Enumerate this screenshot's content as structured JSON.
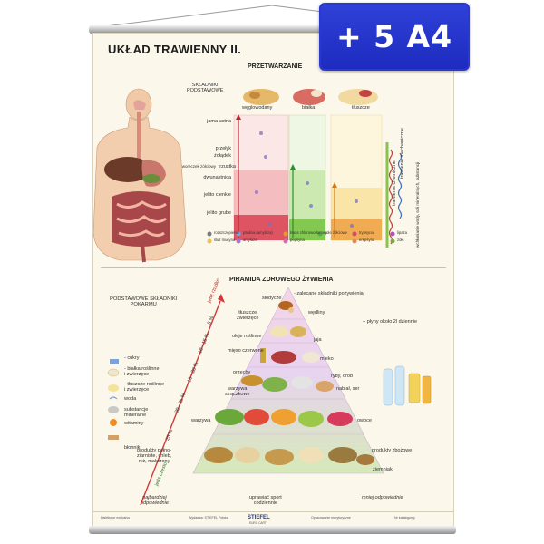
{
  "badge": {
    "label": "+ 5 A4"
  },
  "poster": {
    "title": "UKŁAD TRAWIENNY II.",
    "top": {
      "section_title": "PRZETWARZANIE",
      "basic_components_label": "SKŁADNIKI\nPODSTAWOWE",
      "nutrients": [
        "węglowodany",
        "białka",
        "tłuszcze"
      ],
      "organs": [
        "jama ustna",
        "przełyk",
        "żołądek",
        "woreczek żółciowy",
        "trzustka",
        "dwunastnica",
        "jelito cienkie",
        "jelito grube"
      ],
      "side_labels": [
        "trawienie mechaniczne",
        "trawienie chemiczne",
        "wchłanianie wody, soli mineralnych, substancji"
      ],
      "legend": [
        "rozszczepienie",
        "ptialina (amylaza)",
        "kwas chlorowodorowy",
        "sole żółciowe",
        "trypsyna",
        "lipaza",
        "śluz mucyna",
        "amylaza",
        "pepsyna",
        "erepsyna",
        "żółć"
      ]
    },
    "pyramid": {
      "section_title": "PIRAMIDA ZDROWEGO ŻYWIENIA",
      "recommended": "- zalecane składniki pożywienia",
      "fluids": "+ płyny około 2l dziennie",
      "left_title": "PODSTAWOWE SKŁADNIKI\nPOKARMU",
      "left_items": [
        "- cukry",
        "- białka roślinne\n  i zwierzęce",
        "- tłuszcze roślinne\n  i zwierzęce",
        "woda",
        "substancje\nmineralne",
        "witaminy",
        "błonnik"
      ],
      "left_levels": [
        "słodycze",
        "tłuszcze\nzwierzęce",
        "oleje roślinne",
        "mięso czerwone",
        "orzechy",
        "warzywa\nstrączkowe",
        "warzywa",
        "produkty pełno-\nziarniste, chleb,\nryż, makarony"
      ],
      "right_levels": [
        "wędliny",
        "jaja",
        "mleko",
        "ryby, drób",
        "nabiał, ser",
        "owoce",
        "produkty zbożowe",
        "ziemniaki"
      ],
      "arrow_left": [
        "jedz rzadko",
        "5 %",
        "10 - 15 %",
        "15 - 20 %",
        "20 - 25 %",
        "25 %",
        "jedz często"
      ],
      "bottom_left": "najbardziej\nodpowiednie",
      "bottom_center": "uprawiać sport\ncodziennie",
      "bottom_right": "mniej odpowiednie"
    },
    "footer": {
      "brand": "STIEFEL",
      "brand_sub": "EURO CART",
      "left_text": "Distributor exclusivo",
      "center_left": "Wydawca: STIEFEL Polska",
      "center_right": "Opracowanie merytoryczne",
      "right_text": "Nr katalogowy"
    }
  },
  "colors": {
    "badge": "#2433cc",
    "poster_bg": "#fbf7ea",
    "red_column": "#d9394a",
    "green_column": "#8fcf5b",
    "yellow_column": "#f3cf63"
  }
}
